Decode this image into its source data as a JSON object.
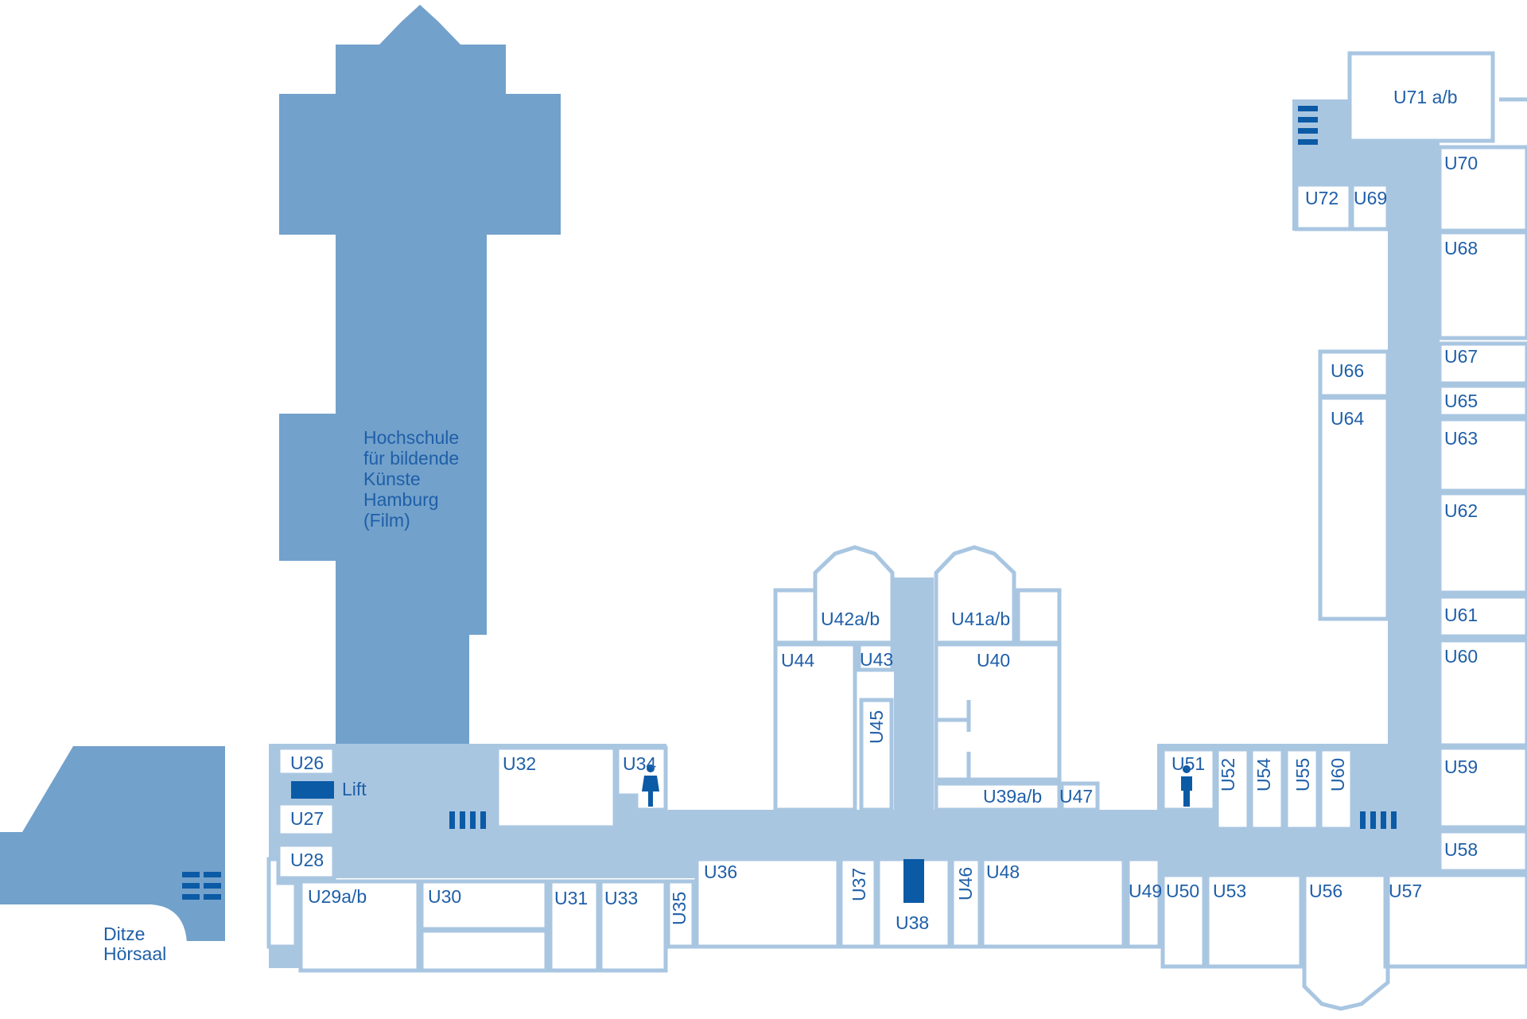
{
  "map": {
    "colors": {
      "corridor": "#a9c6e1",
      "building": "#72a1cb",
      "room": "#ffffff",
      "accent": "#0b5aa6",
      "text": "#1f5fa8"
    },
    "buildings": {
      "hfbk_lines": [
        "Hochschule",
        "für bildende",
        "Künste",
        "Hamburg",
        "(Film)"
      ],
      "ditze_lines": [
        "Ditze",
        "Hörsaal"
      ]
    },
    "lift_label": "Lift",
    "rooms": {
      "u26": "U26",
      "u27": "U27",
      "u28": "U28",
      "u29": "U29a/b",
      "u30": "U30",
      "u31": "U31",
      "u32": "U32",
      "u33": "U33",
      "u34": "U34",
      "u35": "U35",
      "u36": "U36",
      "u37": "U37",
      "u38": "U38",
      "u39": "U39a/b",
      "u40": "U40",
      "u41": "U41a/b",
      "u42": "U42a/b",
      "u43": "U43",
      "u44": "U44",
      "u45": "U45",
      "u46": "U46",
      "u47": "U47",
      "u48": "U48",
      "u49": "U49",
      "u50": "U50",
      "u51": "U51",
      "u52": "U52",
      "u53": "U53",
      "u54": "U54",
      "u55": "U55",
      "u56": "U56",
      "u57": "U57",
      "u58": "U58",
      "u59": "U59",
      "u60": "U60",
      "u60v": "U60",
      "u61": "U61",
      "u62": "U62",
      "u63": "U63",
      "u64": "U64",
      "u65": "U65",
      "u66": "U66",
      "u67": "U67",
      "u68": "U68",
      "u69": "U69",
      "u70": "U70",
      "u71": "U71 a/b",
      "u72": "U72"
    },
    "icons": [
      "stairs-icon",
      "lift-icon",
      "restroom-female-icon",
      "restroom-male-icon"
    ]
  }
}
